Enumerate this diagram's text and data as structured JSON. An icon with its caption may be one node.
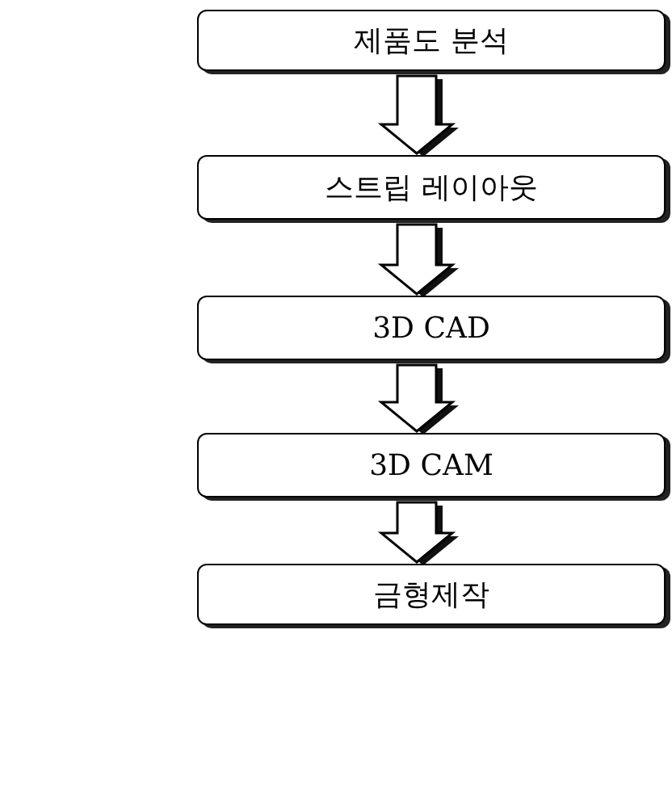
{
  "diagram": {
    "nodes": [
      {
        "text": [
          "제품도 분석"
        ]
      },
      {
        "text": [
          "스트립 레이아웃"
        ]
      },
      {
        "text": [
          "3D CAD"
        ]
      },
      {
        "text": [
          "3D CAM"
        ]
      },
      {
        "text": [
          "금형제작"
        ]
      }
    ],
    "edges": [
      {
        "from": 0,
        "to": 1,
        "arrow": "to"
      },
      {
        "from": 1,
        "to": 2,
        "arrow": "to"
      },
      {
        "from": 2,
        "to": 3,
        "arrow": "to"
      },
      {
        "from": 3,
        "to": 4,
        "arrow": "to"
      }
    ]
  }
}
